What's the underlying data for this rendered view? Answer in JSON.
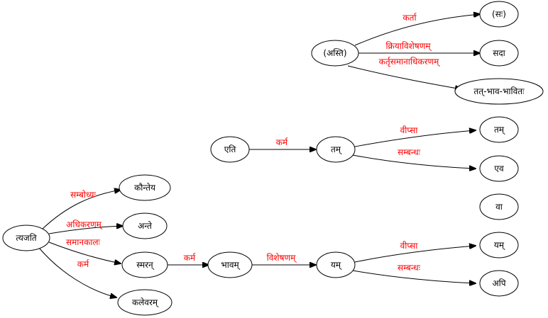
{
  "colors": {
    "edge_label": "#ff0000",
    "node_stroke": "#000000",
    "node_text": "#000000",
    "background": "#ffffff"
  },
  "nodes": {
    "asti": "(अस्ति)",
    "sah": "(सः)",
    "sada": "सदा",
    "tat": "तत्-भाव-भावितः",
    "eti": "एति",
    "tam": "तम्",
    "tam2": "तम्",
    "eva": "एव",
    "va": "वा",
    "tyajati": "त्यजति",
    "kaunteya": "कौन्तेय",
    "ante": "अन्ते",
    "smaran": "स्मरन्",
    "bhavam": "भावम्",
    "yam": "यम्",
    "yam2": "यम्",
    "api": "अपि",
    "kalevaram": "कलेवरम्"
  },
  "edges": {
    "asti_sah": "कर्ता",
    "asti_sada": "क्रियाविशेषणम्",
    "asti_tat": "कर्तृसमानाधिकरणम्",
    "eti_tam": "कर्म",
    "tam_tam2": "वीप्सा",
    "tam_eva": "सम्बन्धः",
    "tyajati_kaunteya": "सम्बोध्यः",
    "tyajati_ante": "अधिकरणम्",
    "tyajati_smaran": "समानकालः",
    "tyajati_kalevaram": "कर्म",
    "smaran_bhavam": "कर्म",
    "bhavam_yam": "विशेषणम्",
    "yam_yam2": "वीप्सा",
    "yam_api": "सम्बन्धः"
  }
}
